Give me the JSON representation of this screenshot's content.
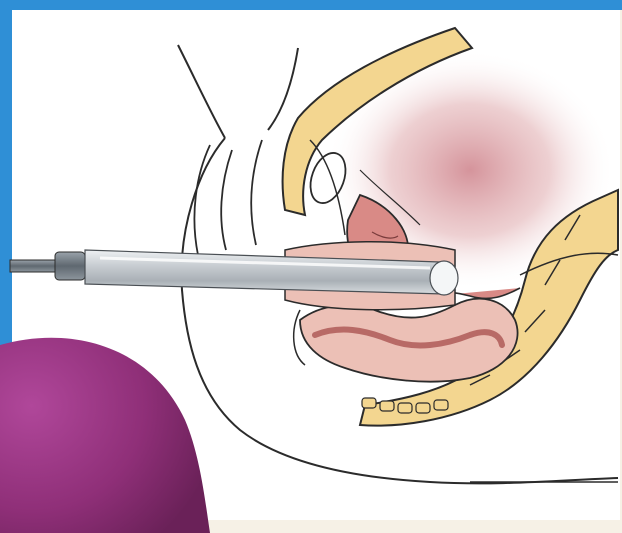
{
  "figure": {
    "subject": "transvaginal-ultrasound-probe-placement",
    "view": "sagittal-section",
    "structures": [
      "ultrasound-probe",
      "uterus",
      "bladder",
      "pubic-symphysis",
      "rectum",
      "sacrum",
      "vaginal-canal"
    ]
  },
  "colors": {
    "frame_blue": "#2f8fd6",
    "panel_white": "#ffffff",
    "bone_yellow": "#f3d690",
    "tissue_pink": "#d98a86",
    "tissue_light_pink": "#ecc0b6",
    "bladder_glow": "#c7707a",
    "probe_silver": "#b8bfc5",
    "outline": "#2b2b2b",
    "corner_purple": "#8f2f78"
  }
}
